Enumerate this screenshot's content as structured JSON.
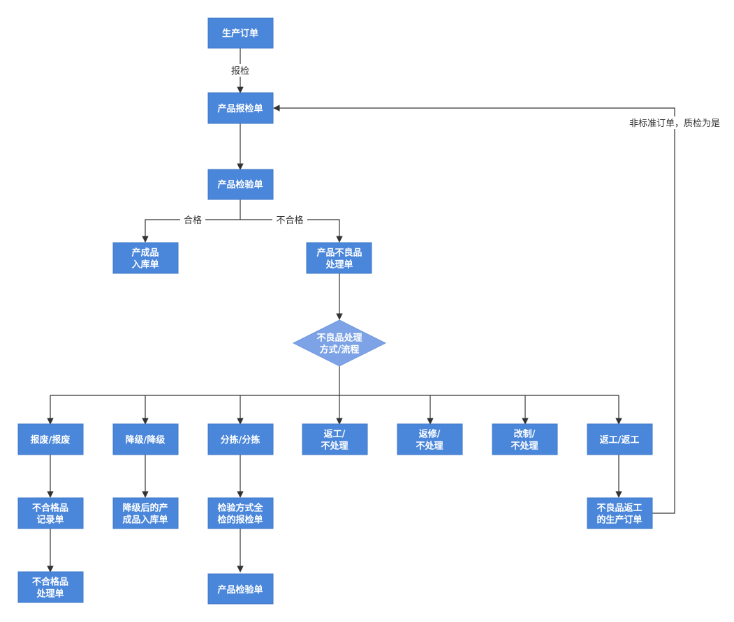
{
  "colors": {
    "box_fill": "#4a86d9",
    "box_stroke": "#3f78c8",
    "diamond_fill": "#7da3e6",
    "line": "#333333",
    "label": "#333333",
    "background": "#ffffff"
  },
  "nodes": {
    "production_order": [
      "生产订单"
    ],
    "product_inspection_request": [
      "产品报检单"
    ],
    "product_inspection_sheet": [
      "产品检验单"
    ],
    "finished_goods_receipt": [
      "产成品",
      "入库单"
    ],
    "defective_handling_sheet": [
      "产品不良品",
      "处理单"
    ],
    "defect_decision": [
      "不良品处理",
      "方式/流程"
    ],
    "scrap": [
      "报废/报废"
    ],
    "downgrade": [
      "降级/降级"
    ],
    "sorting": [
      "分拣/分拣"
    ],
    "rework_no_process": [
      "返工/",
      "不处理"
    ],
    "repair_no_process": [
      "返修/",
      "不处理"
    ],
    "modify_no_process": [
      "改制/",
      "不处理"
    ],
    "rework_rework": [
      "返工/返工"
    ],
    "nonconforming_record": [
      "不合格品",
      "记录单"
    ],
    "downgrade_receipt": [
      "降级后的产",
      "成品入库单"
    ],
    "full_inspection_request": [
      "检验方式全",
      "检的报检单"
    ],
    "rework_production_order": [
      "不良品返工",
      "的生产订单"
    ],
    "nonconforming_handling": [
      "不合格品",
      "处理单"
    ],
    "product_inspection_sheet_2": [
      "产品检验单"
    ]
  },
  "edge_labels": {
    "report_inspection": "报检",
    "qualified": "合格",
    "unqualified": "不合格",
    "nonstandard_feedback": "非标准订单，质检为是"
  }
}
